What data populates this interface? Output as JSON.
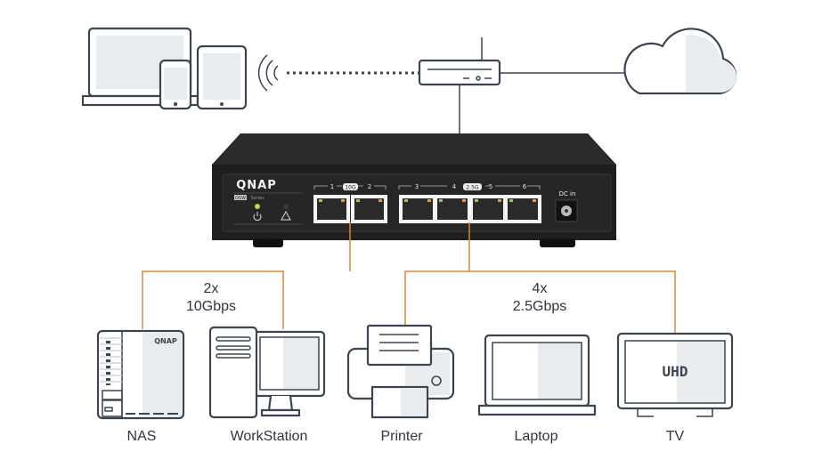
{
  "switch": {
    "brand": "QNAP",
    "series_badge": "QSW",
    "series_text": "Series",
    "port_labels": [
      "1",
      "2",
      "3",
      "4",
      "5",
      "6"
    ],
    "speed_10g": "10G",
    "speed_25g": "2.5G",
    "dc_in": "DC in"
  },
  "groups": {
    "ten_g": {
      "count": "2x",
      "speed": "10Gbps"
    },
    "two_five_g": {
      "count": "4x",
      "speed": "2.5Gbps"
    }
  },
  "devices": [
    {
      "label": "NAS",
      "brand": "QNAP"
    },
    {
      "label": "WorkStation"
    },
    {
      "label": "Printer"
    },
    {
      "label": "Laptop"
    },
    {
      "label": "TV",
      "screen_text": "UHD"
    }
  ],
  "colors": {
    "link": "#d48a3c",
    "icon_stroke": "#3b4452",
    "switch_body": "#2a2a2a"
  }
}
